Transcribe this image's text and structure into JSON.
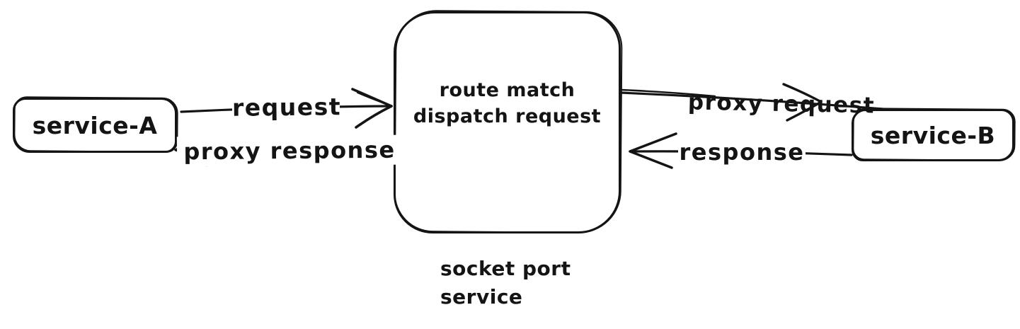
{
  "canvas": {
    "background": "#ffffff",
    "ink": "#141414"
  },
  "nodes": {
    "service_a": {
      "label": "service-A"
    },
    "service_b": {
      "label": "service-B"
    },
    "router": {
      "title_line1": "route match",
      "title_line2": "dispatch request",
      "caption_line1": "socket port",
      "caption_line2": "service"
    }
  },
  "edges": {
    "request": {
      "label": "request",
      "from": "service-A",
      "to": "router",
      "direction": "right"
    },
    "proxy_response": {
      "label": "proxy response",
      "from": "router",
      "to": "service-A",
      "direction": "left"
    },
    "proxy_request": {
      "label": "proxy request",
      "from": "router",
      "to": "service-B",
      "direction": "right"
    },
    "response": {
      "label": "response",
      "from": "service-B",
      "to": "router",
      "direction": "left"
    }
  }
}
